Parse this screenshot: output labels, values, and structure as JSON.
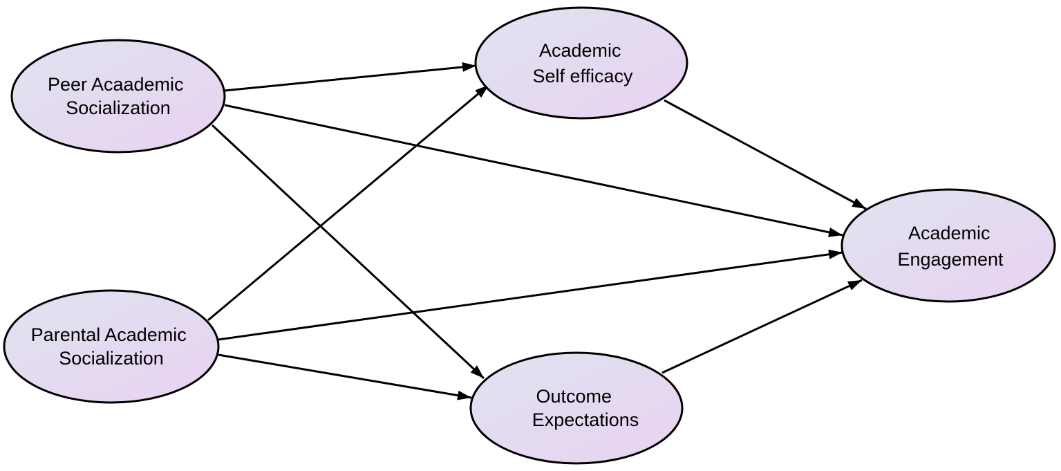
{
  "colors": {
    "node_fill_start": "#dfe3ef",
    "node_fill_end": "#e9d2f2",
    "stroke": "#000000",
    "background": "#ffffff"
  },
  "nodes": {
    "peer": {
      "lines": [
        "Peer Acaademic",
        "Socialization"
      ]
    },
    "parental": {
      "lines": [
        "Parental Academic",
        "Socialization"
      ]
    },
    "efficacy": {
      "lines": [
        "Academic",
        "Self efficacy"
      ]
    },
    "outcome": {
      "lines": [
        "Outcome",
        "Expectations"
      ]
    },
    "engagement": {
      "lines": [
        "Academic",
        "Engagement"
      ]
    }
  },
  "edges": [
    {
      "from": "peer",
      "to": "efficacy"
    },
    {
      "from": "peer",
      "to": "engagement"
    },
    {
      "from": "peer",
      "to": "outcome"
    },
    {
      "from": "parental",
      "to": "efficacy"
    },
    {
      "from": "parental",
      "to": "engagement"
    },
    {
      "from": "parental",
      "to": "outcome"
    },
    {
      "from": "efficacy",
      "to": "engagement"
    },
    {
      "from": "outcome",
      "to": "engagement"
    }
  ]
}
